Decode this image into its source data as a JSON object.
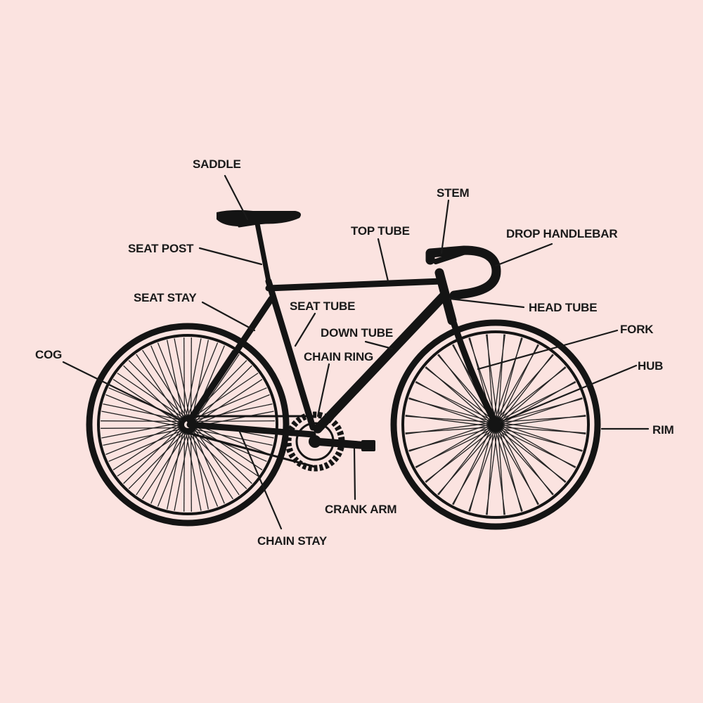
{
  "labels": {
    "saddle": "SADDLE",
    "stem": "STEM",
    "top_tube": "TOP TUBE",
    "drop_handlebar": "DROP HANDLEBAR",
    "seat_post": "SEAT POST",
    "seat_stay": "SEAT STAY",
    "seat_tube": "SEAT TUBE",
    "head_tube": "HEAD TUBE",
    "down_tube": "DOWN TUBE",
    "fork": "FORK",
    "cog": "COG",
    "chain_ring": "CHAIN RING",
    "hub": "HUB",
    "rim": "RIM",
    "crank_arm": "CRANK ARM",
    "chain_stay": "CHAIN STAY"
  },
  "colors": {
    "background": "#fbe3e0",
    "ink": "#141414"
  }
}
